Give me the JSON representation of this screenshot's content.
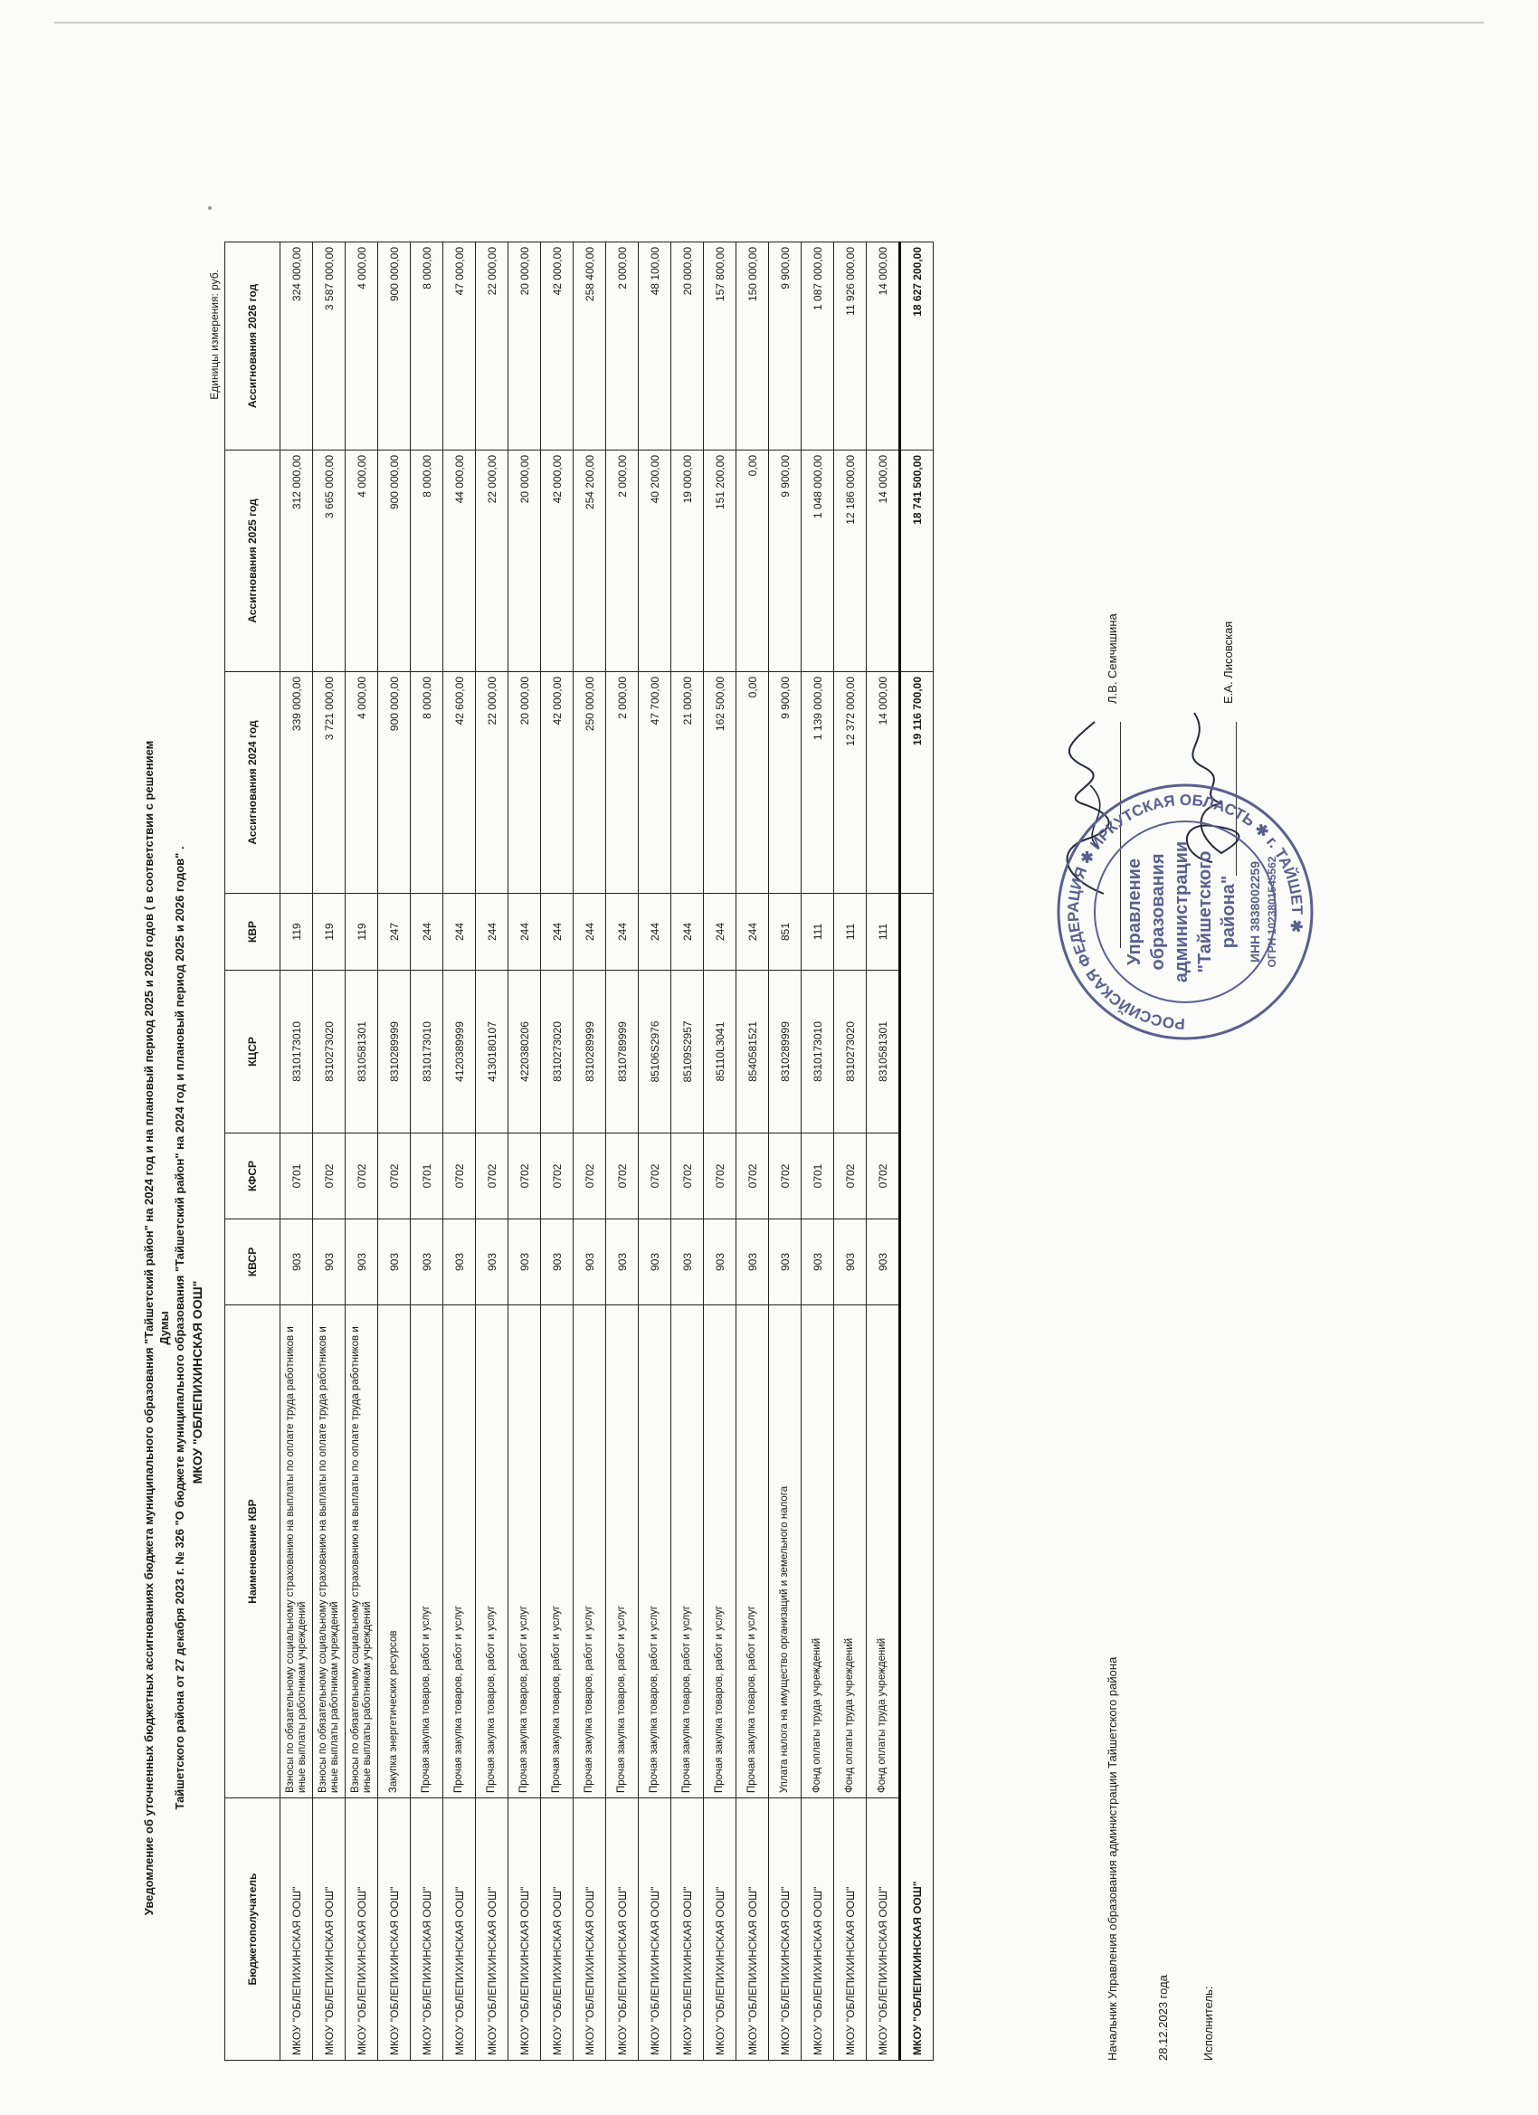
{
  "document": {
    "title_line1": "Уведомление об уточненных бюджетных ассигнованиях бюджета муниципального образования \"Тайшетский район\" на 2024 год и на плановый период 2025 и 2026 годов ( в соответствии с решением Думы",
    "title_line2": "Тайшетского района от 27 декабря 2023 г. № 326 \"О бюджете муниципального образования \"Тайшетский район\" на 2024 год и плановый период 2025 и 2026 годов\" .",
    "institution": "МКОУ \"ОБЛЕПИХИНСКАЯ ООШ\"",
    "units": "Единицы измерения: руб."
  },
  "table": {
    "headers": [
      "Бюджетополучатель",
      "Наименование КВР",
      "КВСР",
      "КФСР",
      "КЦСР",
      "КВР",
      "Ассигнования 2024 год",
      "Ассигнования 2025 год",
      "Ассигнования 2026 год"
    ],
    "rows": [
      [
        "МКОУ \"ОБЛЕПИХИНСКАЯ ООШ\"",
        "Взносы по обязательному социальному страхованию на выплаты по оплате труда работников и иные выплаты работникам учреждений",
        "903",
        "0701",
        "8310173010",
        "119",
        "339 000,00",
        "312 000,00",
        "324 000,00"
      ],
      [
        "МКОУ \"ОБЛЕПИХИНСКАЯ ООШ\"",
        "Взносы по обязательному социальному страхованию на выплаты по оплате труда работников и иные выплаты работникам учреждений",
        "903",
        "0702",
        "8310273020",
        "119",
        "3 721 000,00",
        "3 665 000,00",
        "3 587 000,00"
      ],
      [
        "МКОУ \"ОБЛЕПИХИНСКАЯ ООШ\"",
        "Взносы по обязательному социальному страхованию на выплаты по оплате труда работников и иные выплаты работникам учреждений",
        "903",
        "0702",
        "8310581301",
        "119",
        "4 000,00",
        "4 000,00",
        "4 000,00"
      ],
      [
        "МКОУ \"ОБЛЕПИХИНСКАЯ ООШ\"",
        "Закупка энергетических ресурсов",
        "903",
        "0702",
        "8310289999",
        "247",
        "900 000,00",
        "900 000,00",
        "900 000,00"
      ],
      [
        "МКОУ \"ОБЛЕПИХИНСКАЯ ООШ\"",
        "Прочая закупка товаров, работ и услуг",
        "903",
        "0701",
        "8310173010",
        "244",
        "8 000,00",
        "8 000,00",
        "8 000,00"
      ],
      [
        "МКОУ \"ОБЛЕПИХИНСКАЯ ООШ\"",
        "Прочая закупка товаров, работ и услуг",
        "903",
        "0702",
        "4120389999",
        "244",
        "42 600,00",
        "44 000,00",
        "47 000,00"
      ],
      [
        "МКОУ \"ОБЛЕПИХИНСКАЯ ООШ\"",
        "Прочая закупка товаров, работ и услуг",
        "903",
        "0702",
        "4130180107",
        "244",
        "22 000,00",
        "22 000,00",
        "22 000,00"
      ],
      [
        "МКОУ \"ОБЛЕПИХИНСКАЯ ООШ\"",
        "Прочая закупка товаров, работ и услуг",
        "903",
        "0702",
        "4220380206",
        "244",
        "20 000,00",
        "20 000,00",
        "20 000,00"
      ],
      [
        "МКОУ \"ОБЛЕПИХИНСКАЯ ООШ\"",
        "Прочая закупка товаров, работ и услуг",
        "903",
        "0702",
        "8310273020",
        "244",
        "42 000,00",
        "42 000,00",
        "42 000,00"
      ],
      [
        "МКОУ \"ОБЛЕПИХИНСКАЯ ООШ\"",
        "Прочая закупка товаров, работ и услуг",
        "903",
        "0702",
        "8310289999",
        "244",
        "250 000,00",
        "254 200,00",
        "258 400,00"
      ],
      [
        "МКОУ \"ОБЛЕПИХИНСКАЯ ООШ\"",
        "Прочая закупка товаров, работ и услуг",
        "903",
        "0702",
        "8310789999",
        "244",
        "2 000,00",
        "2 000,00",
        "2 000,00"
      ],
      [
        "МКОУ \"ОБЛЕПИХИНСКАЯ ООШ\"",
        "Прочая закупка товаров, работ и услуг",
        "903",
        "0702",
        "85106S2976",
        "244",
        "47 700,00",
        "40 200,00",
        "48 100,00"
      ],
      [
        "МКОУ \"ОБЛЕПИХИНСКАЯ ООШ\"",
        "Прочая закупка товаров, работ и услуг",
        "903",
        "0702",
        "85109S2957",
        "244",
        "21 000,00",
        "19 000,00",
        "20 000,00"
      ],
      [
        "МКОУ \"ОБЛЕПИХИНСКАЯ ООШ\"",
        "Прочая закупка товаров, работ и услуг",
        "903",
        "0702",
        "85110L3041",
        "244",
        "162 500,00",
        "151 200,00",
        "157 800,00"
      ],
      [
        "МКОУ \"ОБЛЕПИХИНСКАЯ ООШ\"",
        "Прочая закупка товаров, работ и услуг",
        "903",
        "0702",
        "8540581521",
        "244",
        "0,00",
        "0,00",
        "150 000,00"
      ],
      [
        "МКОУ \"ОБЛЕПИХИНСКАЯ ООШ\"",
        "Уплата налога на имущество организаций и земельного налога",
        "903",
        "0702",
        "8310289999",
        "851",
        "9 900,00",
        "9 900,00",
        "9 900,00"
      ],
      [
        "МКОУ \"ОБЛЕПИХИНСКАЯ ООШ\"",
        "Фонд оплаты труда учреждений",
        "903",
        "0701",
        "8310173010",
        "111",
        "1 139 000,00",
        "1 048 000,00",
        "1 087 000,00"
      ],
      [
        "МКОУ \"ОБЛЕПИХИНСКАЯ ООШ\"",
        "Фонд оплаты труда учреждений",
        "903",
        "0702",
        "8310273020",
        "111",
        "12 372 000,00",
        "12 186 000,00",
        "11 926 000,00"
      ],
      [
        "МКОУ \"ОБЛЕПИХИНСКАЯ ООШ\"",
        "Фонд оплаты труда учреждений",
        "903",
        "0702",
        "8310581301",
        "111",
        "14 000,00",
        "14 000,00",
        "14 000,00"
      ]
    ],
    "total": {
      "label": "МКОУ \"ОБЛЕПИХИНСКАЯ ООШ\"",
      "y2024": "19 116 700,00",
      "y2025": "18 741 500,00",
      "y2026": "18 627 200,00"
    }
  },
  "signatures": {
    "head_position": "Начальник Управления образования администрации Тайшетского района",
    "head_name": "Л.В. Семчишина",
    "date": "28.12.2023 года",
    "executor_label": "Исполнитель:",
    "executor_name": "Е.А. Лисовская"
  },
  "stamp": {
    "outer_text": "РОССИЙСКАЯ ФЕДЕРАЦИЯ ✱ ИРКУТСКАЯ ОБЛАСТЬ ✱ г. ТАЙШЕТ ✱",
    "inner_line1": "Управление",
    "inner_line2": "образования",
    "inner_line3": "администрации",
    "inner_line4": "\"Тайшетского",
    "inner_line5": "района\"",
    "inn": "ИНН 3838002259",
    "ogrn": "ОГРН 1023801545562",
    "color": "#5a5f8f"
  }
}
